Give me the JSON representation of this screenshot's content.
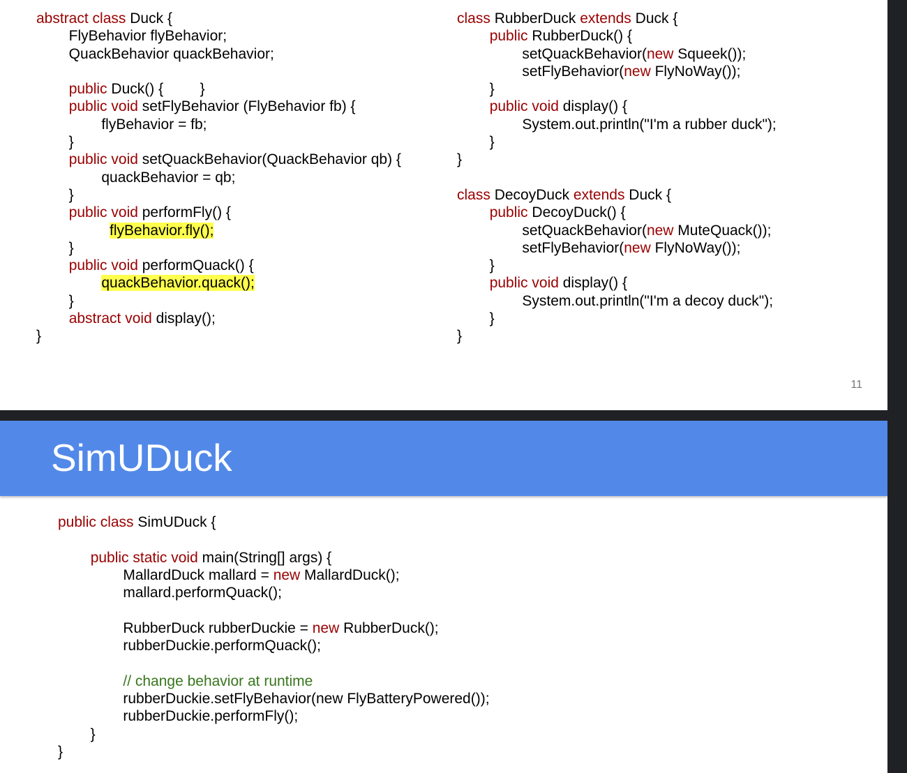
{
  "slide_top": {
    "left_code": [
      [
        {
          "t": "abstract class",
          "c": "kw"
        },
        {
          "t": " Duck {"
        }
      ],
      [
        {
          "t": "        FlyBehavior flyBehavior;"
        }
      ],
      [
        {
          "t": "        QuackBehavior quackBehavior;"
        }
      ],
      [
        {
          "t": ""
        }
      ],
      [
        {
          "t": "        "
        },
        {
          "t": "public",
          "c": "kw"
        },
        {
          "t": " Duck() {         }"
        }
      ],
      [
        {
          "t": "        "
        },
        {
          "t": "public void",
          "c": "kw"
        },
        {
          "t": " setFlyBehavior (FlyBehavior fb) {"
        }
      ],
      [
        {
          "t": "                flyBehavior = fb;"
        }
      ],
      [
        {
          "t": "        }"
        }
      ],
      [
        {
          "t": "        "
        },
        {
          "t": "public void",
          "c": "kw"
        },
        {
          "t": " setQuackBehavior(QuackBehavior qb) {"
        }
      ],
      [
        {
          "t": "                quackBehavior = qb;"
        }
      ],
      [
        {
          "t": "        }"
        }
      ],
      [
        {
          "t": "        "
        },
        {
          "t": "public void",
          "c": "kw"
        },
        {
          "t": " performFly() {"
        }
      ],
      [
        {
          "t": "                  "
        },
        {
          "t": "flyBehavior.fly();",
          "c": "hl"
        }
      ],
      [
        {
          "t": "        }"
        }
      ],
      [
        {
          "t": "        "
        },
        {
          "t": "public void",
          "c": "kw"
        },
        {
          "t": " performQuack() {"
        }
      ],
      [
        {
          "t": "                "
        },
        {
          "t": "quackBehavior.quack();",
          "c": "hl"
        }
      ],
      [
        {
          "t": "        }"
        }
      ],
      [
        {
          "t": "        "
        },
        {
          "t": "abstract void",
          "c": "kw"
        },
        {
          "t": " display();"
        }
      ],
      [
        {
          "t": "}"
        }
      ]
    ],
    "right_code": [
      [
        {
          "t": "class",
          "c": "kw"
        },
        {
          "t": " RubberDuck "
        },
        {
          "t": "extends",
          "c": "kw"
        },
        {
          "t": " Duck {"
        }
      ],
      [
        {
          "t": "        "
        },
        {
          "t": "public",
          "c": "kw"
        },
        {
          "t": " RubberDuck() {"
        }
      ],
      [
        {
          "t": "                setQuackBehavior("
        },
        {
          "t": "new",
          "c": "kw"
        },
        {
          "t": " Squeek());"
        }
      ],
      [
        {
          "t": "                setFlyBehavior("
        },
        {
          "t": "new",
          "c": "kw"
        },
        {
          "t": " FlyNoWay());"
        }
      ],
      [
        {
          "t": "        }"
        }
      ],
      [
        {
          "t": "        "
        },
        {
          "t": "public void",
          "c": "kw"
        },
        {
          "t": " display() {"
        }
      ],
      [
        {
          "t": "                System.out.println(\"I'm a rubber duck\");"
        }
      ],
      [
        {
          "t": "        }"
        }
      ],
      [
        {
          "t": "}"
        }
      ],
      [
        {
          "t": ""
        }
      ],
      [
        {
          "t": "class",
          "c": "kw"
        },
        {
          "t": " DecoyDuck "
        },
        {
          "t": "extends",
          "c": "kw"
        },
        {
          "t": " Duck {"
        }
      ],
      [
        {
          "t": "        "
        },
        {
          "t": "public",
          "c": "kw"
        },
        {
          "t": " DecoyDuck() {"
        }
      ],
      [
        {
          "t": "                setQuackBehavior("
        },
        {
          "t": "new",
          "c": "kw"
        },
        {
          "t": " MuteQuack());"
        }
      ],
      [
        {
          "t": "                setFlyBehavior("
        },
        {
          "t": "new",
          "c": "kw"
        },
        {
          "t": " FlyNoWay());"
        }
      ],
      [
        {
          "t": "        }"
        }
      ],
      [
        {
          "t": "        "
        },
        {
          "t": "public void",
          "c": "kw"
        },
        {
          "t": " display() {"
        }
      ],
      [
        {
          "t": "                System.out.println(\"I'm a decoy duck\");"
        }
      ],
      [
        {
          "t": "        }"
        }
      ],
      [
        {
          "t": "}"
        }
      ]
    ],
    "page_number": "11"
  },
  "slide_bottom": {
    "title": "SimUDuck",
    "code": [
      [
        {
          "t": "public class",
          "c": "kw"
        },
        {
          "t": " SimUDuck {"
        }
      ],
      [
        {
          "t": ""
        }
      ],
      [
        {
          "t": "        "
        },
        {
          "t": "public static void",
          "c": "kw"
        },
        {
          "t": " main(String[] args) {"
        }
      ],
      [
        {
          "t": "                MallardDuck mallard = "
        },
        {
          "t": "new",
          "c": "kw"
        },
        {
          "t": " MallardDuck();"
        }
      ],
      [
        {
          "t": "                mallard.performQuack();"
        }
      ],
      [
        {
          "t": ""
        }
      ],
      [
        {
          "t": "                RubberDuck rubberDuckie = "
        },
        {
          "t": "new",
          "c": "kw"
        },
        {
          "t": " RubberDuck();"
        }
      ],
      [
        {
          "t": "                rubberDuckie.performQuack();"
        }
      ],
      [
        {
          "t": ""
        }
      ],
      [
        {
          "t": "                "
        },
        {
          "t": "// change behavior at runtime",
          "c": "cm"
        }
      ],
      [
        {
          "t": "                rubberDuckie.setFlyBehavior(new FlyBatteryPowered());"
        }
      ],
      [
        {
          "t": "                rubberDuckie.performFly();"
        }
      ],
      [
        {
          "t": "        }"
        }
      ],
      [
        {
          "t": "}"
        }
      ]
    ]
  }
}
